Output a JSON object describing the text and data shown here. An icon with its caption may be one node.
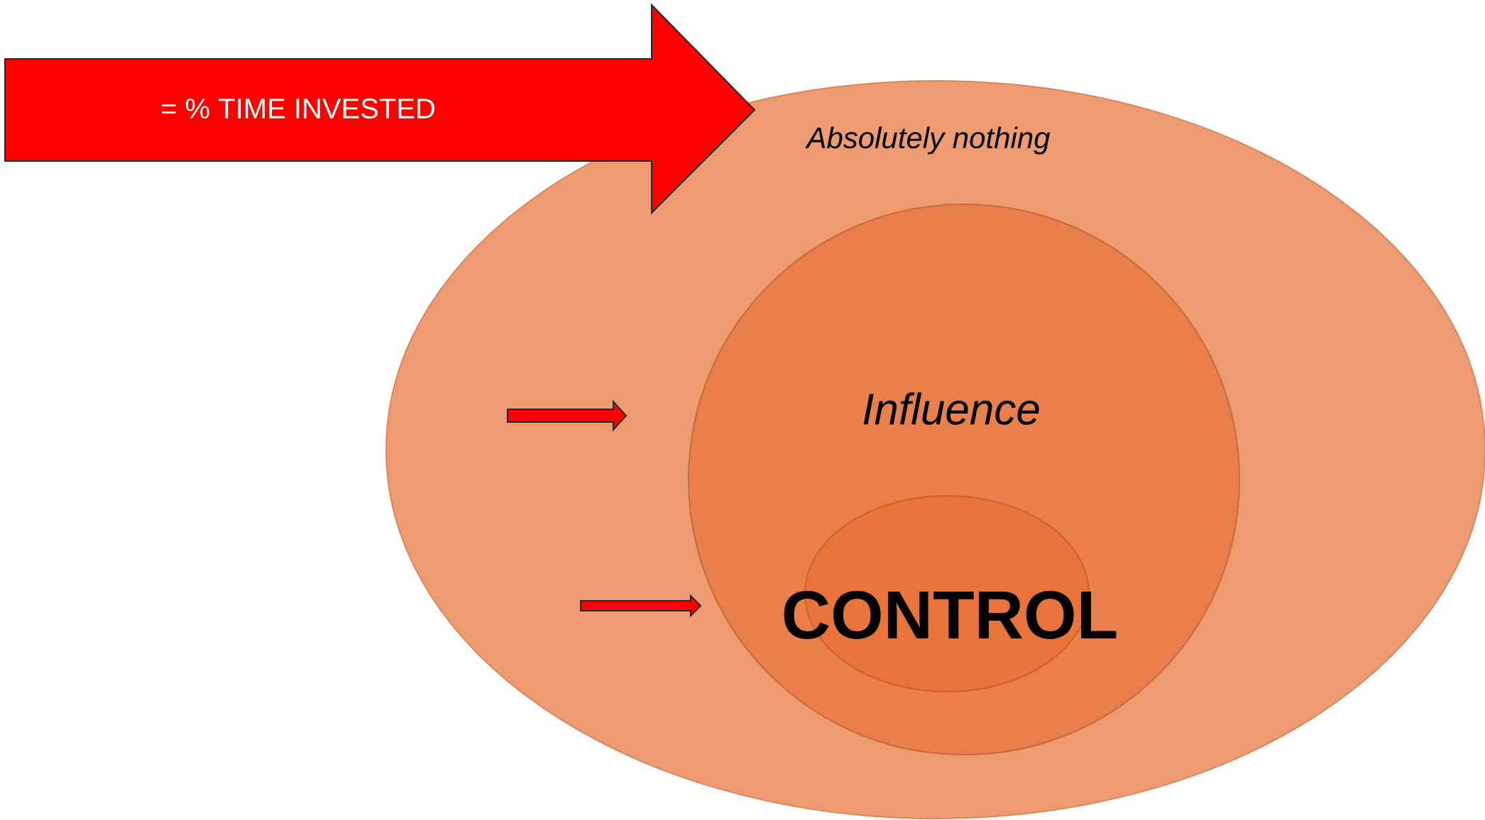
{
  "diagram": {
    "nodes": [
      {
        "text": [
          "= % TIME INVESTED"
        ]
      },
      {
        "text": [
          "Absolutely nothing"
        ]
      },
      {
        "text": [
          "Influence"
        ],
        "in": 1
      },
      {
        "text": [
          "CONTROL"
        ],
        "in": 2
      }
    ],
    "edges": [
      {
        "from": null,
        "to": 2,
        "arrow": "to"
      }
    ]
  }
}
